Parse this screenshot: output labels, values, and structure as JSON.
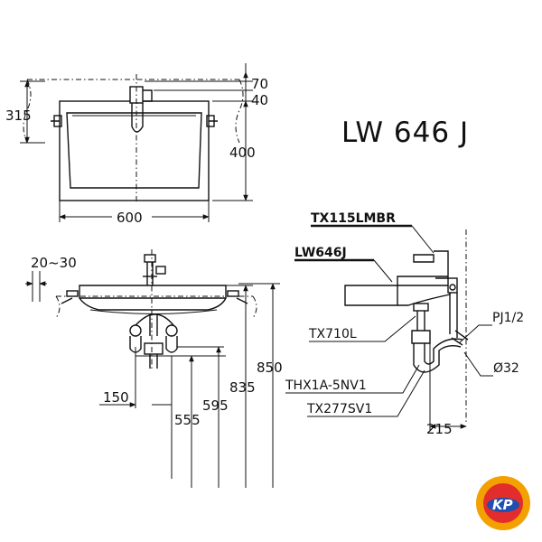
{
  "title": "LW 646 J",
  "top_view": {
    "dim_315": "315",
    "dim_70": "70",
    "dim_40": "40",
    "dim_400": "400",
    "dim_600": "600"
  },
  "front_view": {
    "dim_20_30": "20~30",
    "dim_150": "150",
    "dim_555": "555",
    "dim_595": "595",
    "dim_835": "835",
    "dim_850": "850"
  },
  "side_view": {
    "faucet_label": "TX115LMBR",
    "basin_label": "LW646J",
    "valve_label": "TX710L",
    "trap_label": "THX1A-5NV1",
    "drain_label": "TX277SV1",
    "pipe_label": "PJ1/2",
    "diameter_label": "Ø32",
    "dim_215": "215"
  },
  "logo": {
    "text": "KP",
    "colors": {
      "outer": "#f2a100",
      "inner": "#e32d2d",
      "ring": "#1f4fb0"
    }
  }
}
